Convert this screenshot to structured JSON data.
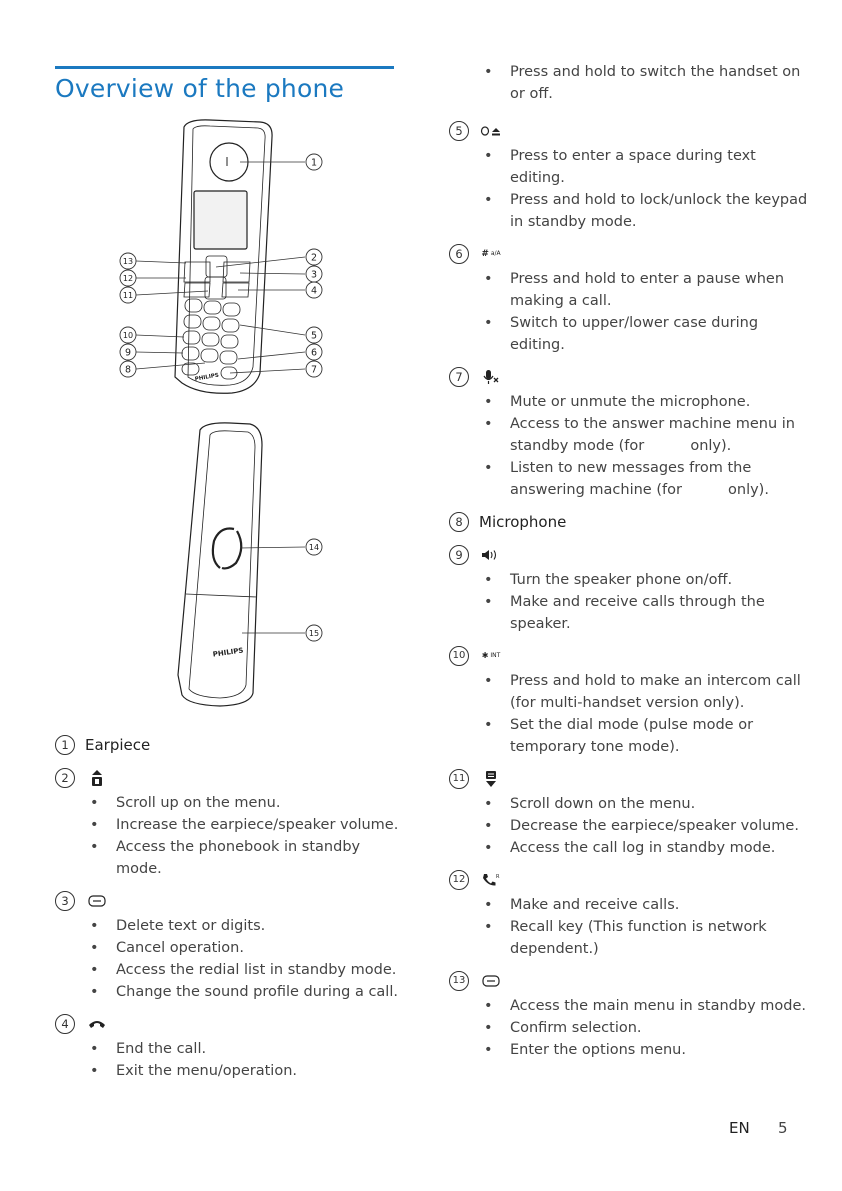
{
  "page": {
    "title": "Overview of the phone",
    "footer_lang": "EN",
    "footer_page": "5"
  },
  "figure": {
    "brand": "PHILIPS",
    "callouts": [
      "1",
      "2",
      "3",
      "4",
      "5",
      "6",
      "7",
      "8",
      "9",
      "10",
      "11",
      "12",
      "13",
      "14",
      "15"
    ]
  },
  "carryover_bullets": [
    "Press and hold to switch the handset on or off."
  ],
  "left_items": [
    {
      "num": "1",
      "label": "Earpiece",
      "icon": "",
      "bullets": []
    },
    {
      "num": "2",
      "label": "",
      "icon": "up-phonebook-key-icon",
      "bullets": [
        "Scroll up on the menu.",
        "Increase the earpiece/speaker volume.",
        "Access the phonebook in standby mode."
      ]
    },
    {
      "num": "3",
      "label": "",
      "icon": "right-softkey-icon",
      "bullets": [
        "Delete text or digits.",
        "Cancel operation.",
        "Access the redial list in standby mode.",
        "Change the sound profile during a call."
      ]
    },
    {
      "num": "4",
      "label": "",
      "icon": "end-call-icon",
      "bullets": [
        "End the call.",
        "Exit the menu/operation."
      ]
    }
  ],
  "right_items": [
    {
      "num": "5",
      "label": "",
      "icon": "zero-lock-key-icon",
      "bullets": [
        "Press to enter a space during text editing.",
        "Press and hold to lock/unlock the keypad in standby mode."
      ]
    },
    {
      "num": "6",
      "label": "",
      "icon": "hash-key-icon",
      "bullets": [
        "Press and hold to enter a pause when making a call.",
        "Switch to upper/lower case during editing."
      ]
    },
    {
      "num": "7",
      "label": "",
      "icon": "mute-key-icon",
      "bullets": [
        "Mute or unmute the microphone.",
        "Access to the answer machine menu in standby mode (for          only).",
        "Listen to new messages from the answering machine (for          only)."
      ]
    },
    {
      "num": "8",
      "label": "Microphone",
      "icon": "",
      "bullets": []
    },
    {
      "num": "9",
      "label": "",
      "icon": "speaker-key-icon",
      "bullets": [
        "Turn the speaker phone on/off.",
        "Make and receive calls through the speaker."
      ]
    },
    {
      "num": "10",
      "label": "",
      "icon": "star-int-key-icon",
      "bullets": [
        "Press and hold to make an intercom call (for multi-handset version only).",
        "Set the dial mode (pulse mode or temporary tone mode)."
      ]
    },
    {
      "num": "11",
      "label": "",
      "icon": "down-calllog-key-icon",
      "bullets": [
        "Scroll down on the menu.",
        "Decrease the earpiece/speaker volume.",
        "Access the call log in standby mode."
      ]
    },
    {
      "num": "12",
      "label": "",
      "icon": "talk-recall-key-icon",
      "bullets": [
        "Make and receive calls.",
        "Recall key (This function is network dependent.)"
      ]
    },
    {
      "num": "13",
      "label": "",
      "icon": "left-softkey-icon",
      "bullets": [
        "Access the main menu in standby mode.",
        "Confirm selection.",
        "Enter the options menu."
      ]
    }
  ]
}
